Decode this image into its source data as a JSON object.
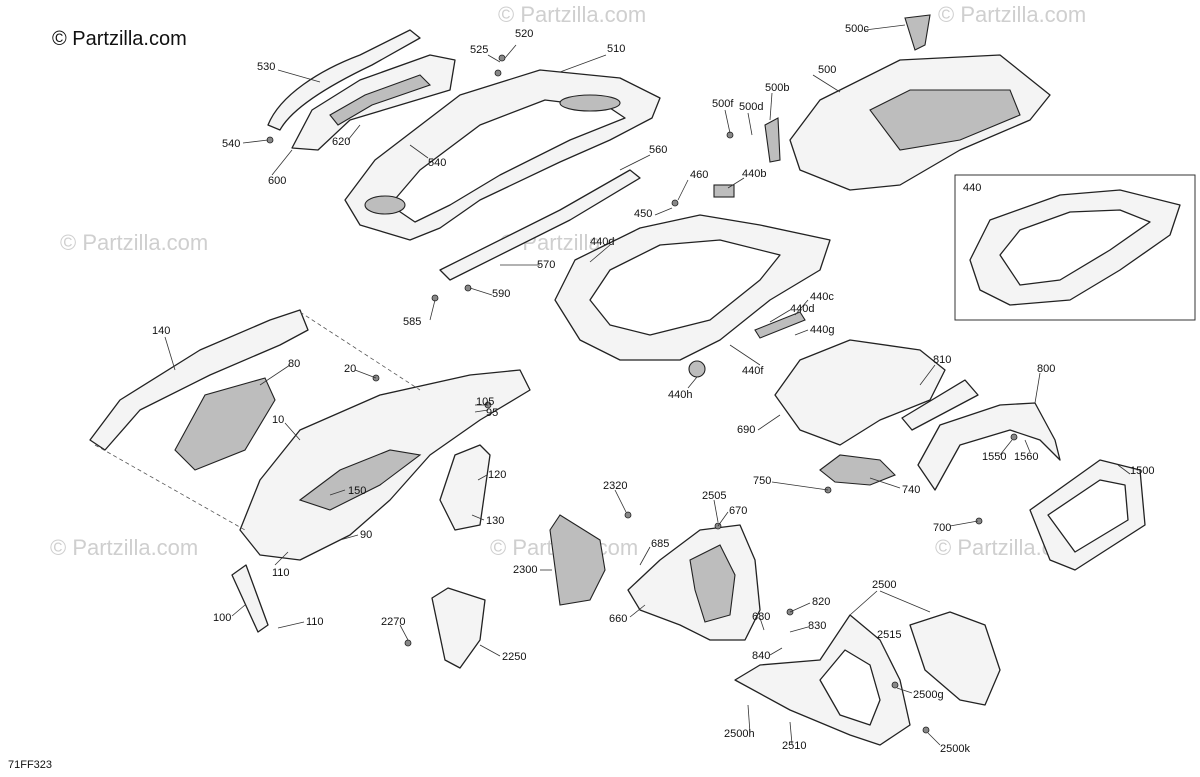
{
  "brand": "© Partzilla.com",
  "watermark": "© Partzilla.com",
  "figure_id": "71FF323",
  "inset_label": "440",
  "callouts": {
    "c540a": "540",
    "c530": "530",
    "c525": "525",
    "c520": "520",
    "c510": "510",
    "c620": "620",
    "c540b": "540",
    "c600": "600",
    "c560": "560",
    "c570": "570",
    "c590": "590",
    "c585": "585",
    "c500c": "500c",
    "c500": "500",
    "c500f": "500f",
    "c500d": "500d",
    "c500b": "500b",
    "c460": "460",
    "c450": "450",
    "c440b": "440b",
    "c440d": "440d",
    "c440d2": "440d",
    "c440c": "440c",
    "c440g": "440g",
    "c440f": "440f",
    "c440h": "440h",
    "c140": "140",
    "c80": "80",
    "c20": "20",
    "c105": "105",
    "c95": "95",
    "c10": "10",
    "c150": "150",
    "c120": "120",
    "c130": "130",
    "c90": "90",
    "c110a": "110",
    "c100": "100",
    "c110b": "110",
    "c810": "810",
    "c800": "800",
    "c690": "690",
    "c1500": "1500",
    "c1550": "1550",
    "c1560": "1560",
    "c750": "750",
    "c740": "740",
    "c700": "700",
    "c2320": "2320",
    "c2505": "2505",
    "c670": "670",
    "c685": "685",
    "c2300": "2300",
    "c660": "660",
    "c2270": "2270",
    "c2250": "2250",
    "c680": "680",
    "c820": "820",
    "c830": "830",
    "c840": "840",
    "c2500": "2500",
    "c2515": "2515",
    "c2500g": "2500g",
    "c2500h": "2500h",
    "c2510": "2510",
    "c2500k": "2500k"
  }
}
